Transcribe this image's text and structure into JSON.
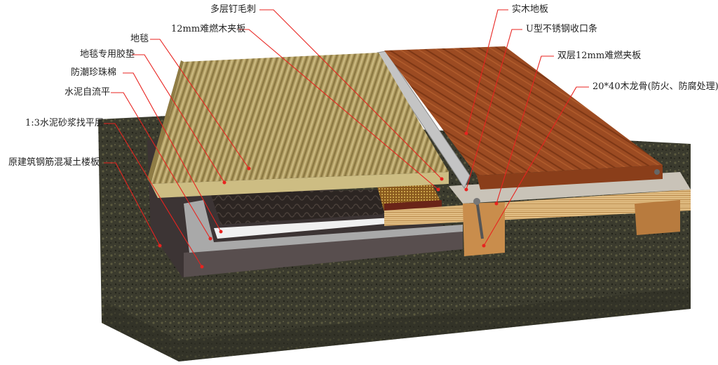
{
  "labels": {
    "top_center": "多层钉毛刺",
    "plywood_12": "12mm难燃木夹板",
    "carpet": "地毯",
    "carpet_pad": "地毯专用胶垫",
    "foam": "防潮珍珠棉",
    "self_level": "水泥自流平",
    "mortar": "1:3水泥砂浆找平层",
    "slab": "原建筑钢筋混凝土楼板",
    "solid_wood": "实木地板",
    "u_strip": "U型不锈钢收口条",
    "double_ply": "双层12mm难燃夹板",
    "joist": "20*40木龙骨(防火、防腐处理)"
  },
  "colors": {
    "leader": "#e8231f",
    "concrete": "#3a3a2c",
    "carpet": "#b9a86a",
    "wood_floor": "#9a4a22",
    "plywood": "#d9b27a",
    "joist": "#c98d4c",
    "foam": "#2c2522",
    "pad": "#7a2a1e",
    "steel": "#bfbfbf"
  }
}
